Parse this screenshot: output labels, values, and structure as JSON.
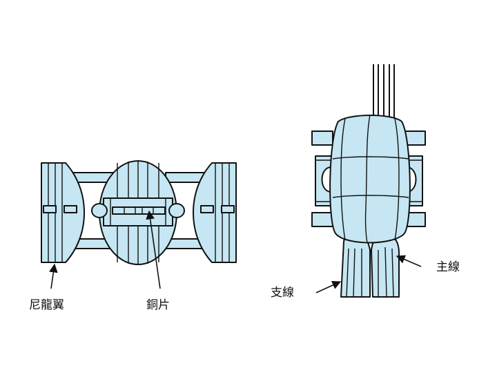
{
  "colors": {
    "fill": "#c5e6f2",
    "stroke": "#111111",
    "background": "#ffffff"
  },
  "labels": {
    "nylon_wing": "尼龍翼",
    "copper_piece": "銅片",
    "branch_wire": "支線",
    "main_wire": "主線"
  }
}
